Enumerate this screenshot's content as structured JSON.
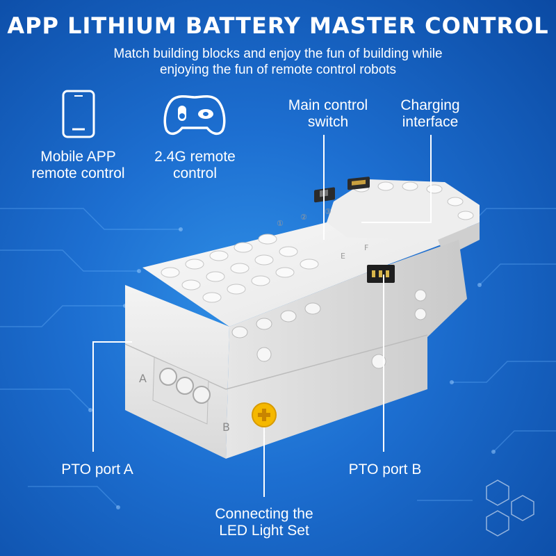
{
  "header": {
    "title": "APP LITHIUM BATTERY MASTER CONTROL",
    "subtitle_line1": "Match building blocks and enjoy the fun of building while",
    "subtitle_line2": "enjoying the fun of remote control robots"
  },
  "features": [
    {
      "icon": "smartphone-icon",
      "line1": "Mobile APP",
      "line2": "remote control"
    },
    {
      "icon": "gamepad-icon",
      "line1": "2.4G remote",
      "line2": "control"
    }
  ],
  "callouts": {
    "main_switch": {
      "line1": "Main control",
      "line2": "switch"
    },
    "charging": {
      "line1": "Charging",
      "line2": "interface"
    },
    "pto_a": "PTO port A",
    "pto_b": "PTO port B",
    "led": {
      "line1": "Connecting the",
      "line2": "LED Light Set"
    }
  },
  "device": {
    "port_a_letter": "A",
    "port_b_letter": "B",
    "lid_marks": [
      "①",
      "②",
      "③",
      "E",
      "F"
    ]
  },
  "colors": {
    "background": "#1d6fd1",
    "text": "#ffffff",
    "callout_line": "#ffffff",
    "device_body": "#f2f2f2",
    "led_port": "#f5b800"
  }
}
